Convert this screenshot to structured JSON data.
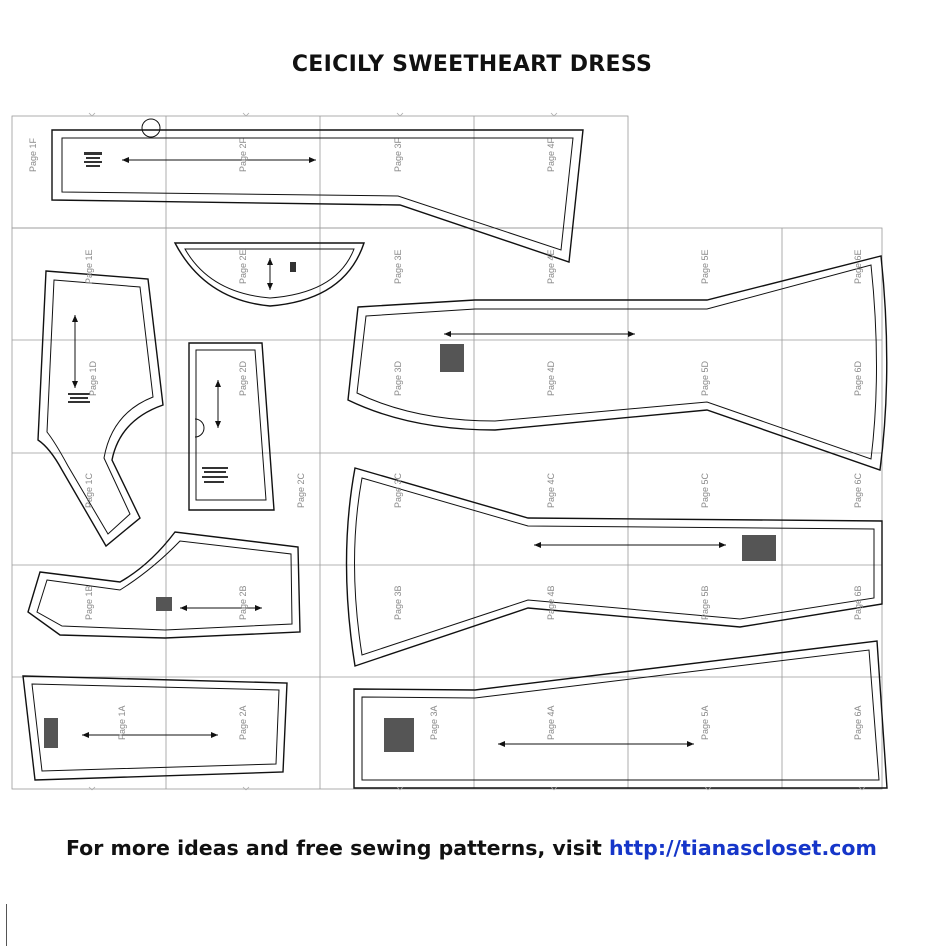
{
  "document": {
    "title": "CEICILY SWEETHEART DRESS",
    "footer": {
      "text": "For more ideas and free sewing patterns, visit ",
      "link": "http://tianascloset.com"
    }
  },
  "page_labels": [
    "Page 1F",
    "Page 2F",
    "Page 3F",
    "Page 4F",
    "Page 1E",
    "Page 2E",
    "Page 3E",
    "Page 4E",
    "Page 5E",
    "Page 6E",
    "Page 1D",
    "Page 2D",
    "Page 3D",
    "Page 4D",
    "Page 5D",
    "Page 6D",
    "Page 1C",
    "Page 2C",
    "Page 3C",
    "Page 4C",
    "Page 5C",
    "Page 6C",
    "Page 1B",
    "Page 2B",
    "Page 3B",
    "Page 4B",
    "Page 5B",
    "Page 6B",
    "Page 1A",
    "Page 2A",
    "Page 3A",
    "Page 4A",
    "Page 5A",
    "Page 6A"
  ]
}
